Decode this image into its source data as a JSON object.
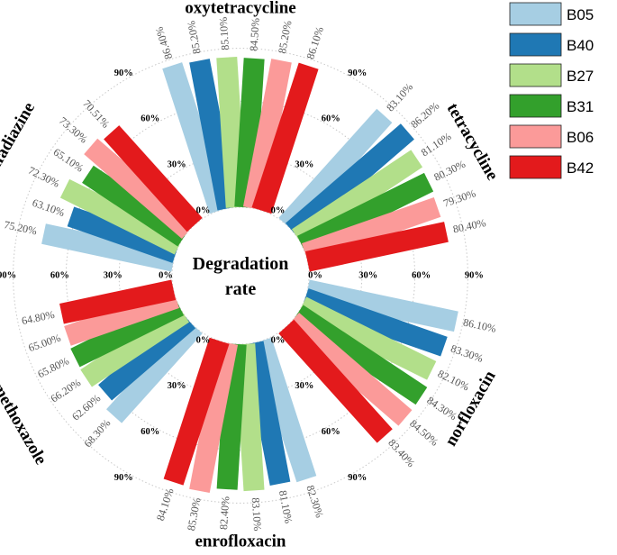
{
  "chart_data": {
    "type": "radial_bar",
    "center_title": [
      "Degradation",
      "rate"
    ],
    "radial_ticks": [
      "0%",
      "30%",
      "60%",
      "90%"
    ],
    "series": [
      {
        "name": "B05",
        "color": "#a6cee3"
      },
      {
        "name": "B40",
        "color": "#1f78b4"
      },
      {
        "name": "B27",
        "color": "#b2df8a"
      },
      {
        "name": "B31",
        "color": "#33a02c"
      },
      {
        "name": "B06",
        "color": "#fb9a99"
      },
      {
        "name": "B42",
        "color": "#e31a1c"
      }
    ],
    "groups": [
      {
        "name": "oxytetracycline",
        "values": [
          86.4,
          85.2,
          85.1,
          84.5,
          85.2,
          86.1
        ],
        "labels": [
          "86.40%",
          "85.20%",
          "85.10%",
          "84.50%",
          "85.20%",
          "86.10%"
        ]
      },
      {
        "name": "tetracycline",
        "values": [
          83.1,
          86.2,
          81.1,
          80.3,
          79.3,
          80.4
        ],
        "labels": [
          "83.10%",
          "86.20%",
          "81.10%",
          "80.30%",
          "79.30%",
          "80.40%"
        ]
      },
      {
        "name": "norfloxacin",
        "values": [
          86.1,
          83.3,
          82.1,
          84.3,
          84.5,
          83.4
        ],
        "labels": [
          "86.10%",
          "83.30%",
          "82.10%",
          "84.30%",
          "84.50%",
          "83.40%"
        ]
      },
      {
        "name": "enrofloxacin",
        "values": [
          82.3,
          81.1,
          83.1,
          82.4,
          85.3,
          84.1
        ],
        "labels": [
          "82.30%",
          "81.10%",
          "83.10%",
          "82.40%",
          "85.30%",
          "84.10%"
        ]
      },
      {
        "name": "sulfamethoxazole",
        "values": [
          68.3,
          62.6,
          66.2,
          65.8,
          65.0,
          64.8
        ],
        "labels": [
          "68.30%",
          "62.60%",
          "66.20%",
          "65.80%",
          "65.00%",
          "64.80%"
        ]
      },
      {
        "name": "sulfadiazine",
        "values": [
          75.2,
          63.1,
          72.3,
          65.1,
          73.3,
          70.51
        ],
        "labels": [
          "75.20%",
          "63.10%",
          "72.30%",
          "65.10%",
          "73.30%",
          "70.51%"
        ]
      }
    ]
  }
}
